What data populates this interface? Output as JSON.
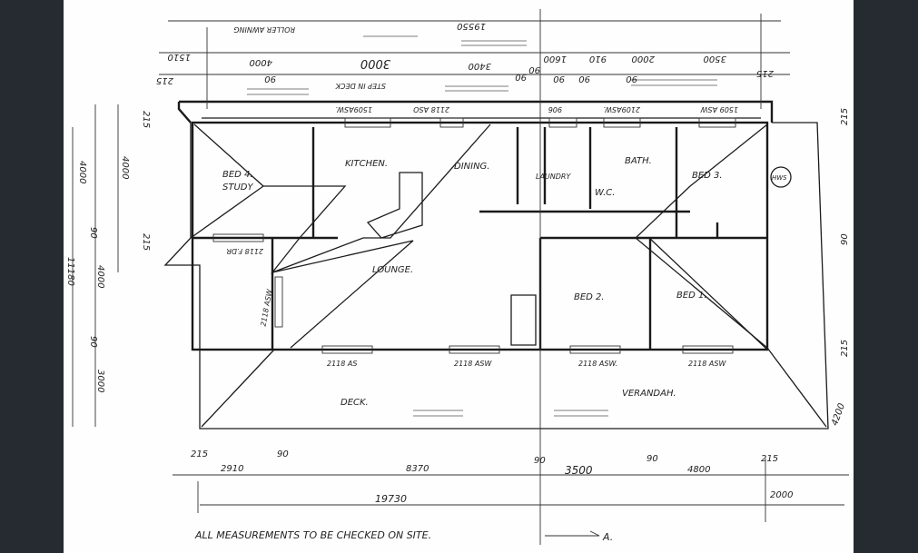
{
  "rooms": {
    "bed4": "BED 4.",
    "study": "STUDY",
    "kitchen": "KITCHEN.",
    "dining": "DINING.",
    "laundry": "LAUNDRY",
    "wc": "W.C.",
    "bath": "BATH.",
    "bed3": "BED 3.",
    "hws": "HWS",
    "lounge": "LOUNGE.",
    "bed2": "BED 2.",
    "bed1": "BED 1.",
    "deck": "DECK.",
    "verandah": "VERANDAH."
  },
  "windows": {
    "top": [
      "1509ASW.",
      "2118 ASO",
      "906",
      "2109ASW.",
      "1509 ASW"
    ],
    "bottom": [
      "2118 AS",
      "2118 ASW",
      "2118 ASW.",
      "2118 ASW"
    ],
    "fdr": "2118 F.DR",
    "side": "2118 ASW"
  },
  "top_dimensions": {
    "row1": [
      "1510",
      "4000",
      "3000",
      "3400",
      "1600",
      "910",
      "2000",
      "3500"
    ],
    "row2": [
      "215",
      "90",
      "90",
      "90",
      "90",
      "90",
      "90",
      "215"
    ],
    "overall": "19550",
    "roller_awning": "ROLLER AWNING",
    "step_in_deck": "STEP IN DECK"
  },
  "left_dimensions": {
    "outer": [
      "4000",
      "90",
      "4000",
      "90",
      "3000"
    ],
    "inner": [
      "215",
      "4000",
      "215"
    ],
    "overall": "11180"
  },
  "right_dimensions": [
    "215",
    "90",
    "215",
    "4200"
  ],
  "bottom_dimensions": {
    "row1": [
      "215",
      "2910",
      "90",
      "8370",
      "90",
      "3500",
      "90",
      "4800",
      "215"
    ],
    "overall": "19730",
    "extra": "2000"
  },
  "note": "ALL MEASUREMENTS TO BE CHECKED ON SITE.",
  "section_marker": "A."
}
